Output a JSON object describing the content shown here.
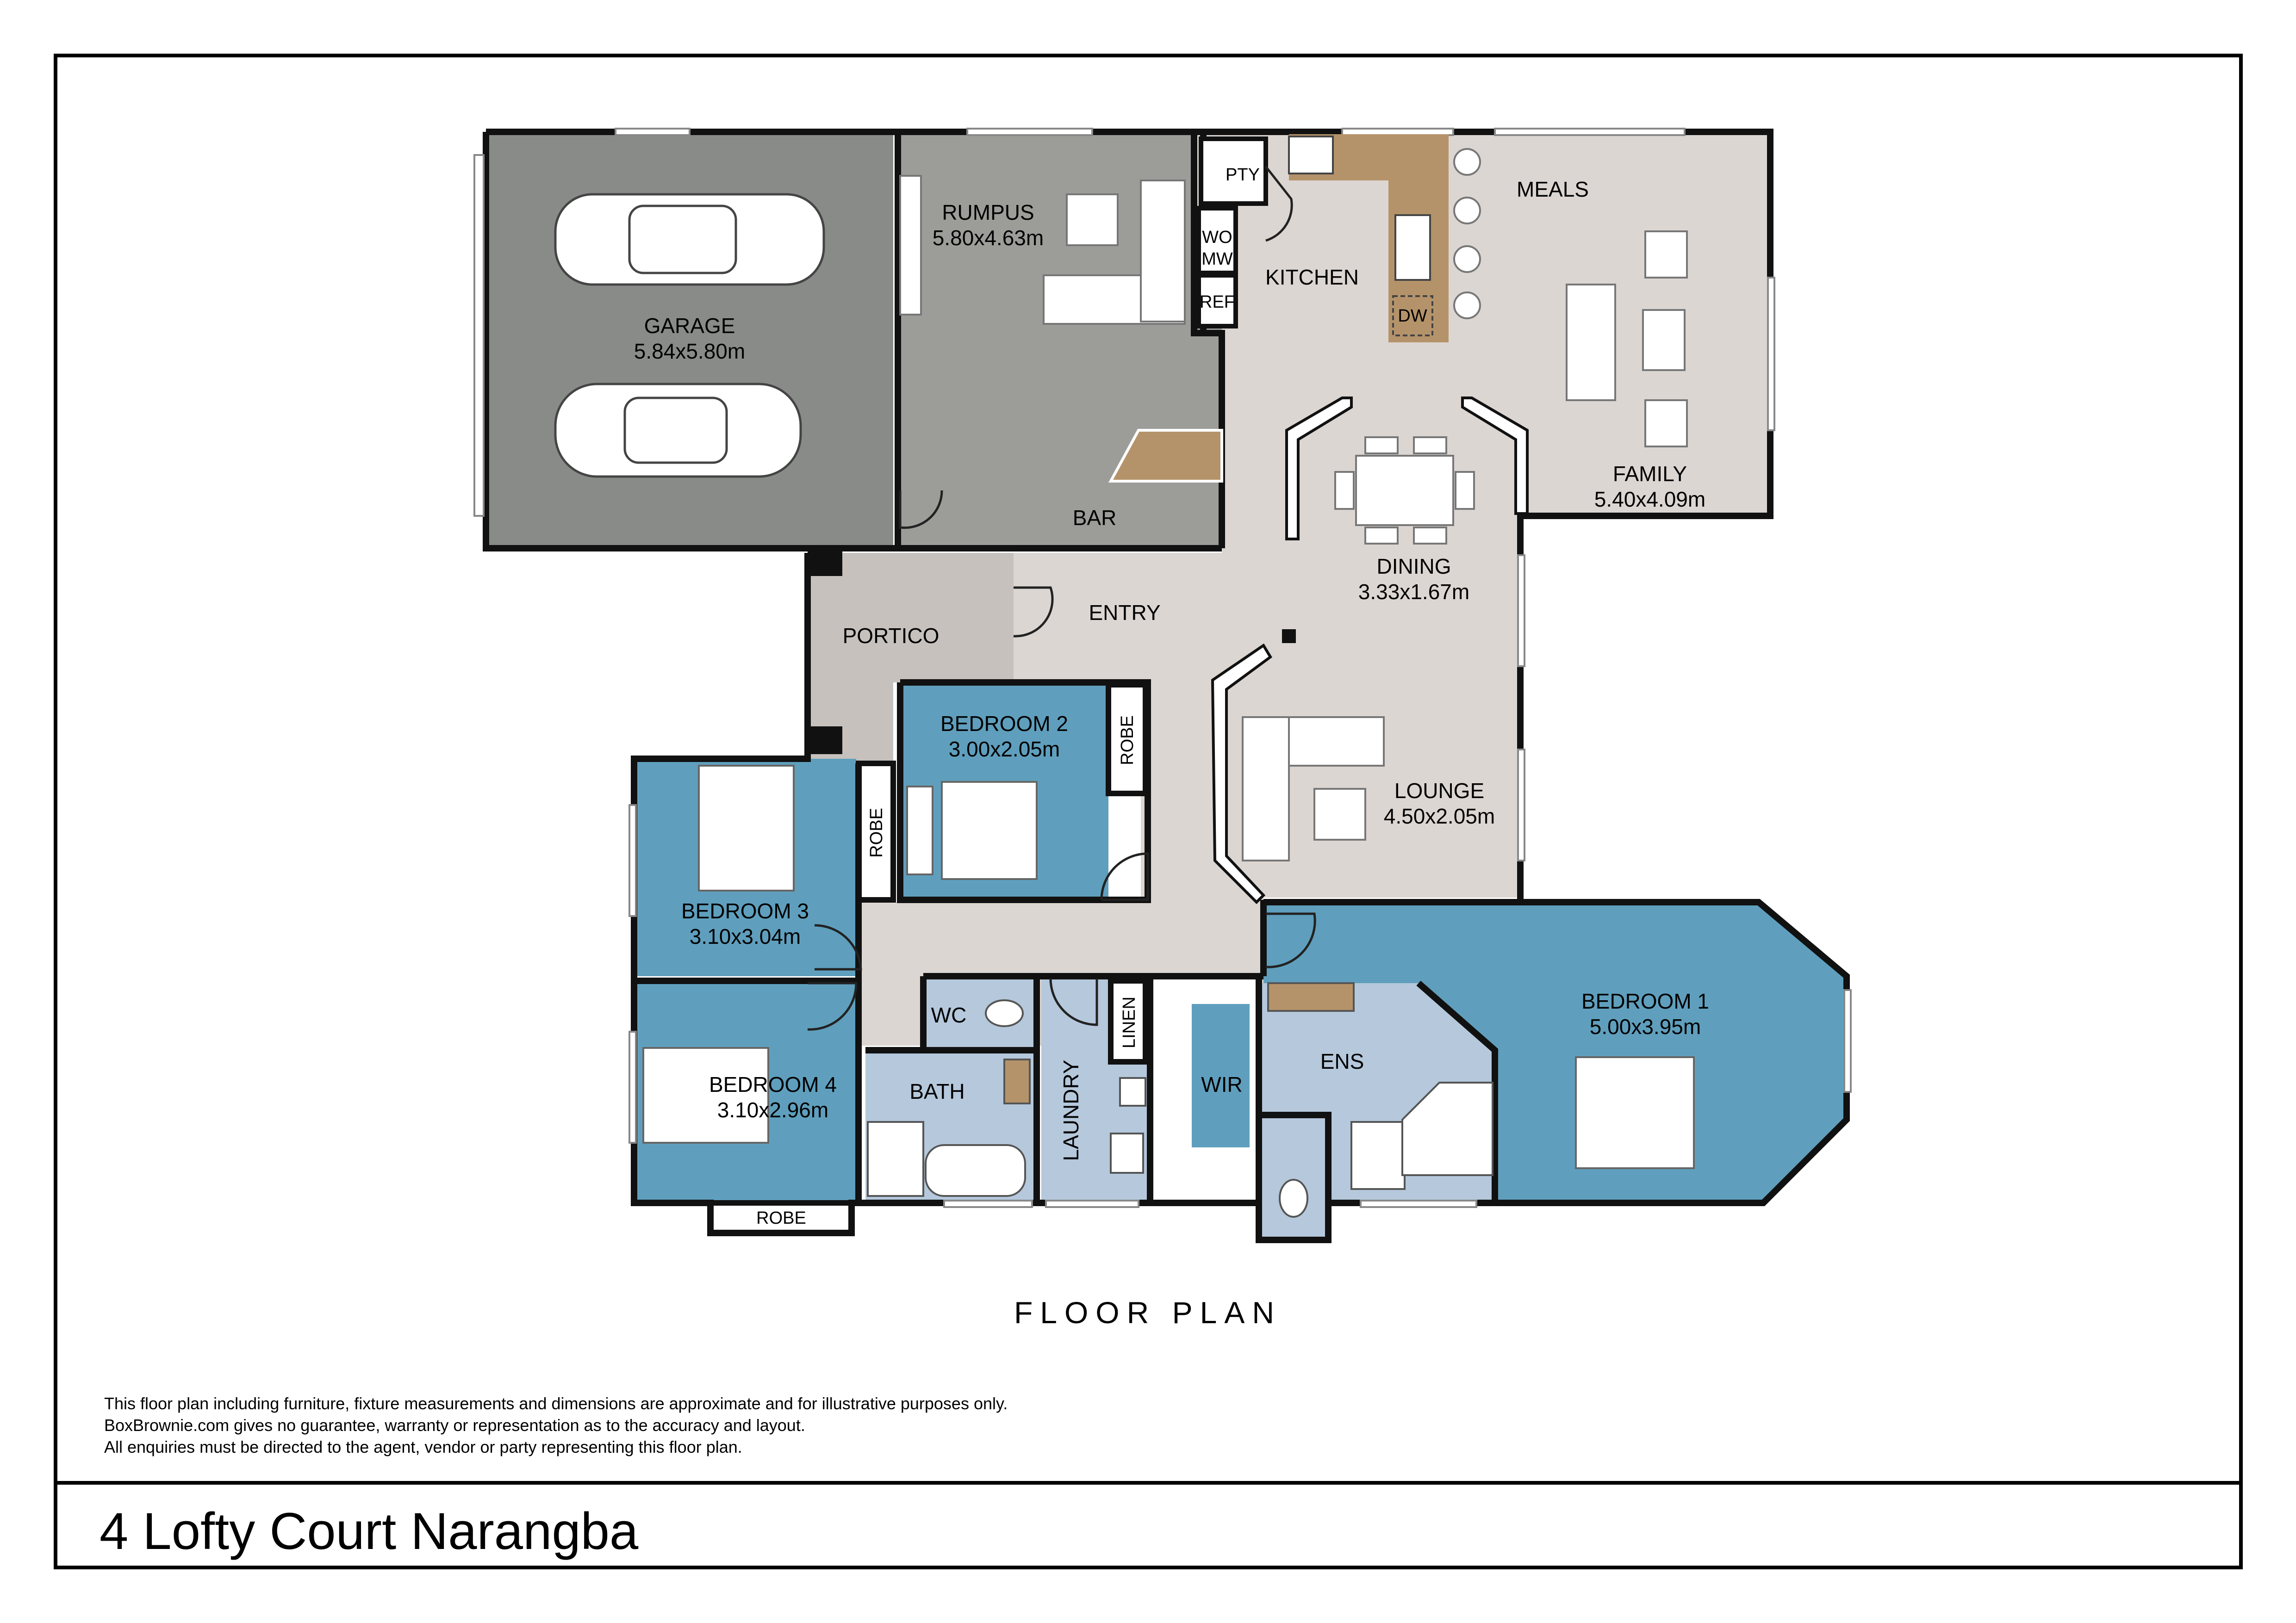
{
  "rooms": {
    "garage": {
      "name": "GARAGE",
      "dims": "5.84x5.80m"
    },
    "rumpus": {
      "name": "RUMPUS",
      "dims": "5.80x4.63m"
    },
    "kitchen": {
      "name": "KITCHEN"
    },
    "meals": {
      "name": "MEALS"
    },
    "family": {
      "name": "FAMILY",
      "dims": "5.40x4.09m"
    },
    "dining": {
      "name": "DINING",
      "dims": "3.33x1.67m"
    },
    "bar": {
      "name": "BAR"
    },
    "portico": {
      "name": "PORTICO"
    },
    "entry": {
      "name": "ENTRY"
    },
    "lounge": {
      "name": "LOUNGE",
      "dims": "4.50x2.05m"
    },
    "bedroom2": {
      "name": "BEDROOM 2",
      "dims": "3.00x2.05m"
    },
    "bedroom3": {
      "name": "BEDROOM 3",
      "dims": "3.10x3.04m"
    },
    "bedroom4": {
      "name": "BEDROOM 4",
      "dims": "3.10x2.96m"
    },
    "bedroom1": {
      "name": "BEDROOM 1",
      "dims": "5.00x3.95m"
    },
    "wc": {
      "name": "WC"
    },
    "bath": {
      "name": "BATH"
    },
    "laundry": {
      "name": "LAUNDRY"
    },
    "linen": {
      "name": "LINEN"
    },
    "wir": {
      "name": "WIR"
    },
    "ens": {
      "name": "ENS"
    },
    "pty": {
      "name": "PTY"
    },
    "wo": {
      "name": "WO"
    },
    "mw": {
      "name": "MW"
    },
    "ref": {
      "name": "REF"
    },
    "dw": {
      "name": "DW"
    },
    "robe2": {
      "name": "ROBE"
    },
    "robe3": {
      "name": "ROBE"
    },
    "robe4": {
      "name": "ROBE"
    }
  },
  "title": "FLOOR PLAN",
  "disclaimer": [
    "This floor plan including furniture, fixture measurements and dimensions are approximate and for illustrative purposes only.",
    "BoxBrownie.com gives no guarantee, warranty or representation as to the accuracy and layout.",
    "All enquiries must be directed to the agent, vendor or party representing this floor plan."
  ],
  "address": "4 Lofty Court Narangba",
  "colors": {
    "garage": "#898b89",
    "rumpus": "#9c9d99",
    "living": "#dcd6d2",
    "portico": "#c6c1bd",
    "bedroom": "#5f9fbd",
    "wet": "#b5c8dc",
    "wall": "#111111",
    "bench": "#b5936a"
  }
}
